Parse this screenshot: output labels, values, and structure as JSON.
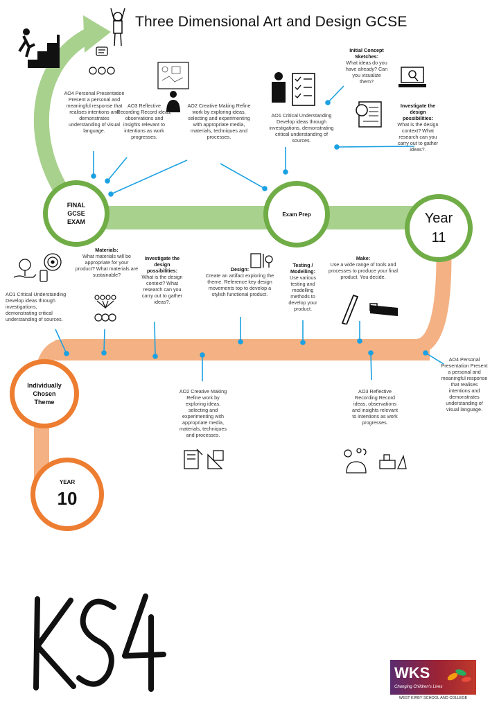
{
  "title": "Three Dimensional Art and Design GCSE",
  "milestones": {
    "final_exam": "FINAL GCSE EXAM",
    "exam_prep": "Exam  Prep",
    "year11": "Year 11",
    "theme": "Individually Chosen Theme",
    "year10_label": "YEAR",
    "year10_num": "10"
  },
  "year11_notes": {
    "ao4": "AO4 Personal Presentation Present a personal and meaningful response that realises intentions and demonstrates understanding of visual language.",
    "ao3": "AO3 Reflective Recording Record ideas, observations and insights relevant to intentions as work progresses.",
    "ao2": "AO2 Creative Making Refine work by exploring ideas, selecting and experimenting with appropriate media, materials, techniques and processes.",
    "ao1": "AO1 Critical Understanding Develop ideas through investigations, demonstrating critical understanding of sources.",
    "concept_title": "Initial Concept Sketches:",
    "concept_body": "What ideas do you have already? Can you visualize them?",
    "investigate_title": "Investigate the design possibilities:",
    "investigate_body": "What is the design context? What research can you carry out to gather ideas?."
  },
  "year10_notes": {
    "ao1": "AO1 Critical Understanding Develop ideas through investigations, demonstrating critical understanding of sources.",
    "materials_title": "Materials:",
    "materials_body": "What materials will be appropriate for your product? What materials are sustainable?",
    "investigate_title": "Investigate the design possibilities:",
    "investigate_body": "What is the design context? What research can you carry out to gather ideas?.",
    "design_title": "Design:",
    "design_body": "Create an artifact exploring the theme. Reference key design movements top to develop a stylish functional product.",
    "testing_title": "Testing / Modelling:",
    "testing_body": "Use various testing and modelling methods to develop your product.",
    "make_title": "Make:",
    "make_body": "Use a wide range of tools and processes to produce your final product. You decide.",
    "ao2": "AO2 Creative Making Refine work by exploring ideas, selecting and experimenting with appropriate media, materials, techniques and processes.",
    "ao3": "AO3 Reflective Recording Record ideas, observations and insights relevant to intentions as work progresses.",
    "ao4": "AO4 Personal Presentation Present a personal and meaningful response that realises intentions and demonstrates understanding of visual language."
  },
  "ks4": "KS4",
  "logo": {
    "letters": "WKS",
    "tagline": "Changing Children's Lives",
    "school": "WEST KIRBY SCHOOL AND COLLEGE"
  },
  "colors": {
    "green_road": "#a9d18e",
    "green_ring": "#70ad47",
    "orange_road": "#f4b183",
    "orange_ring": "#ed7d31",
    "connector": "#1ba1e2"
  }
}
